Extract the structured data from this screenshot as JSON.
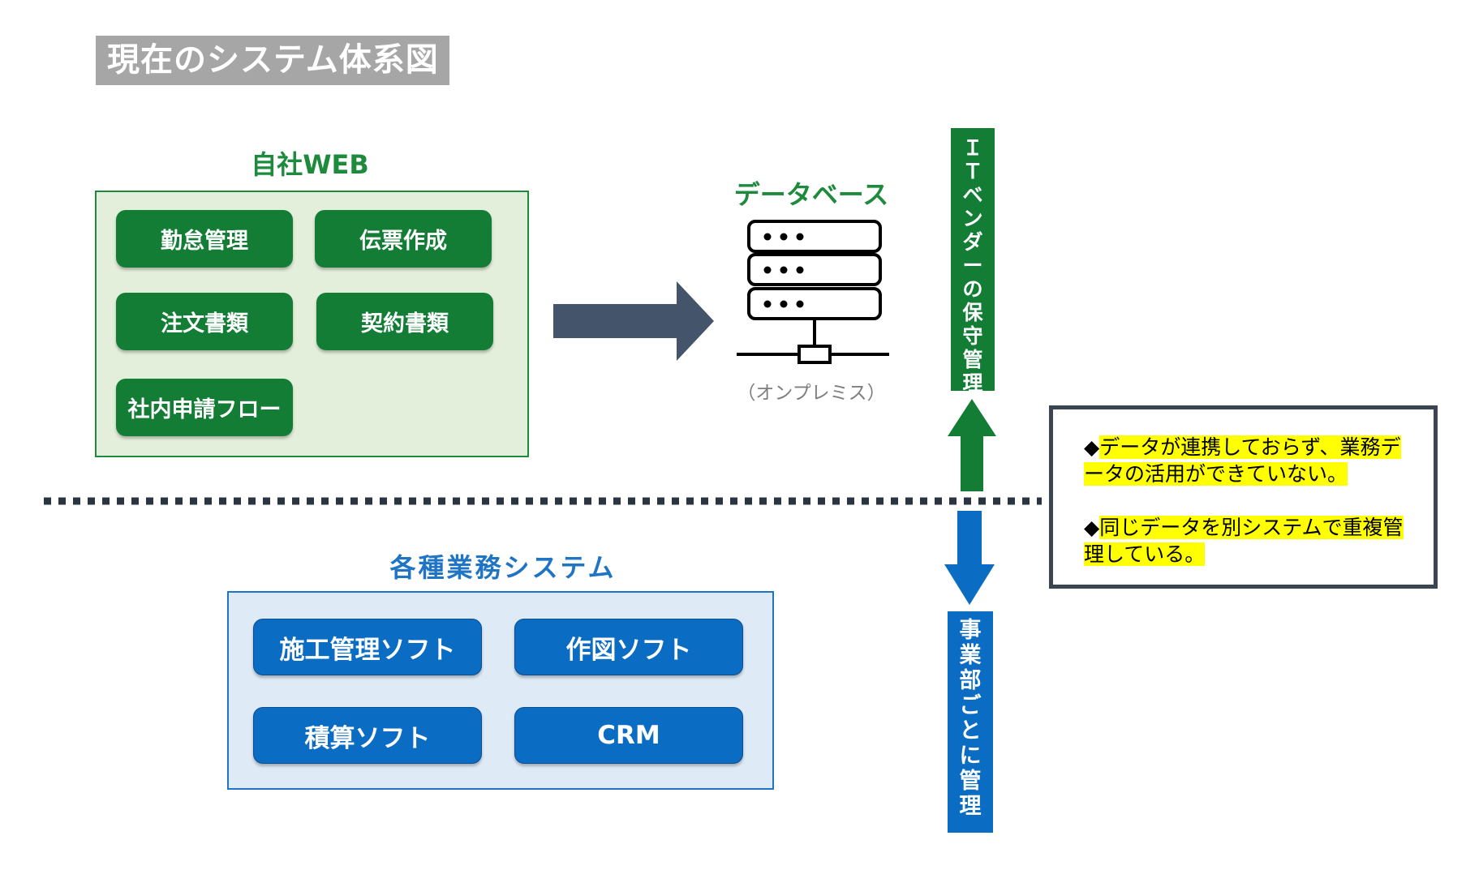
{
  "title": "現在のシステム体系図",
  "web": {
    "heading": "自社WEB",
    "items": [
      "勤怠管理",
      "伝票作成",
      "注文書類",
      "契約書類",
      "社内申請フロー"
    ]
  },
  "database": {
    "heading": "データベース",
    "note": "（オンプレミス）"
  },
  "ops": {
    "heading": "各種業務システム",
    "items": [
      "施工管理ソフト",
      "作図ソフト",
      "積算ソフト",
      "CRM"
    ]
  },
  "it_vendor": {
    "label": "ＩＴベンダーの保守管理",
    "chars": [
      "Ｉ",
      "Ｔ",
      "ベ",
      "ン",
      "ダ",
      "ー",
      "の",
      "保",
      "守",
      "管",
      "理"
    ]
  },
  "business": {
    "label": "事業部ごとに管理",
    "chars": [
      "事",
      "業",
      "部",
      "ご",
      "と",
      "に",
      "管",
      "理"
    ]
  },
  "issues": [
    {
      "bullet": "◆",
      "text": "データが連携しておらず、業務データの活用ができていない。"
    },
    {
      "bullet": "◆",
      "text": "同じデータを別システムで重複管理している。"
    }
  ],
  "colors": {
    "green": "#137d36",
    "blue": "#0a6cc2",
    "navy": "#44546a",
    "highlight": "#ffff00"
  }
}
